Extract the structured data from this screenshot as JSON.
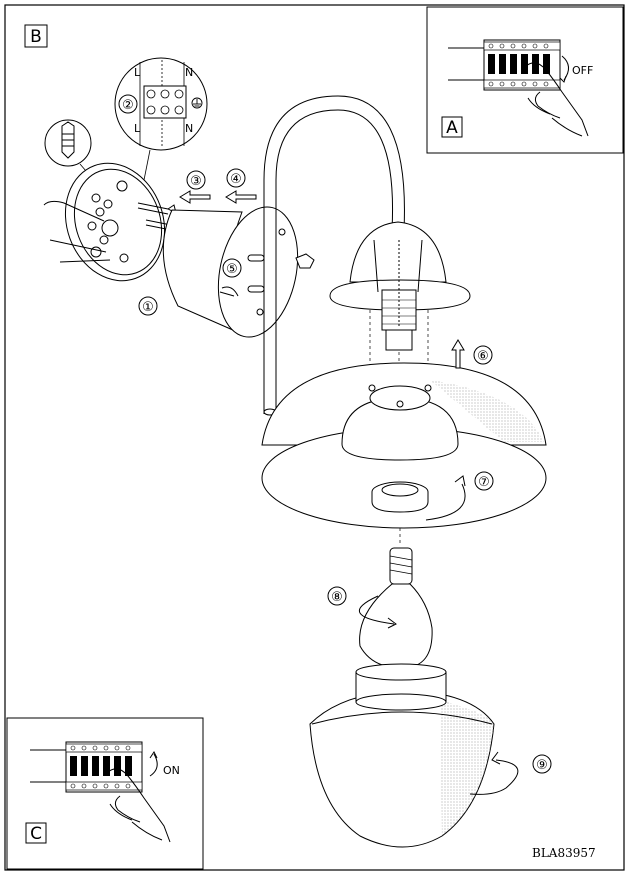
{
  "panels": {
    "main_label": "B",
    "top_inset_label": "A",
    "bottom_inset_label": "C"
  },
  "switch_states": {
    "off": "OFF",
    "on": "ON"
  },
  "wiring": {
    "terminal_top_left": "L",
    "terminal_top_right": "N",
    "terminal_bottom_left": "L",
    "terminal_bottom_right": "N"
  },
  "steps": {
    "s1": "①",
    "s2": "②",
    "s3": "③",
    "s4": "④",
    "s5": "⑤",
    "s6": "⑥",
    "s7": "⑦",
    "s8": "⑧",
    "s9": "⑨"
  },
  "document_code": "BLA83957",
  "colors": {
    "line": "#000000",
    "paper": "#ffffff",
    "stipple": "#9a9a9a"
  },
  "icons": {
    "wall_plug": "wall-plug-icon",
    "ground": "ground-symbol-icon",
    "breaker": "breaker-panel-icon",
    "hand": "hand-icon"
  }
}
